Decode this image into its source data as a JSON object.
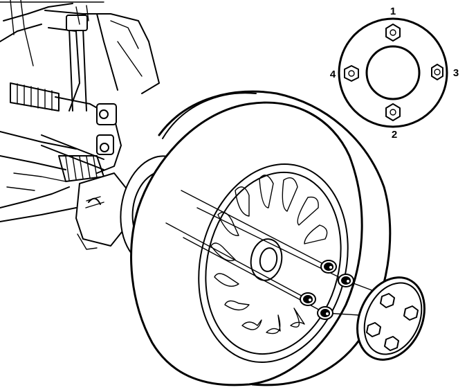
{
  "nut_pattern": {
    "labels": [
      "1",
      "2",
      "3",
      "4"
    ]
  }
}
